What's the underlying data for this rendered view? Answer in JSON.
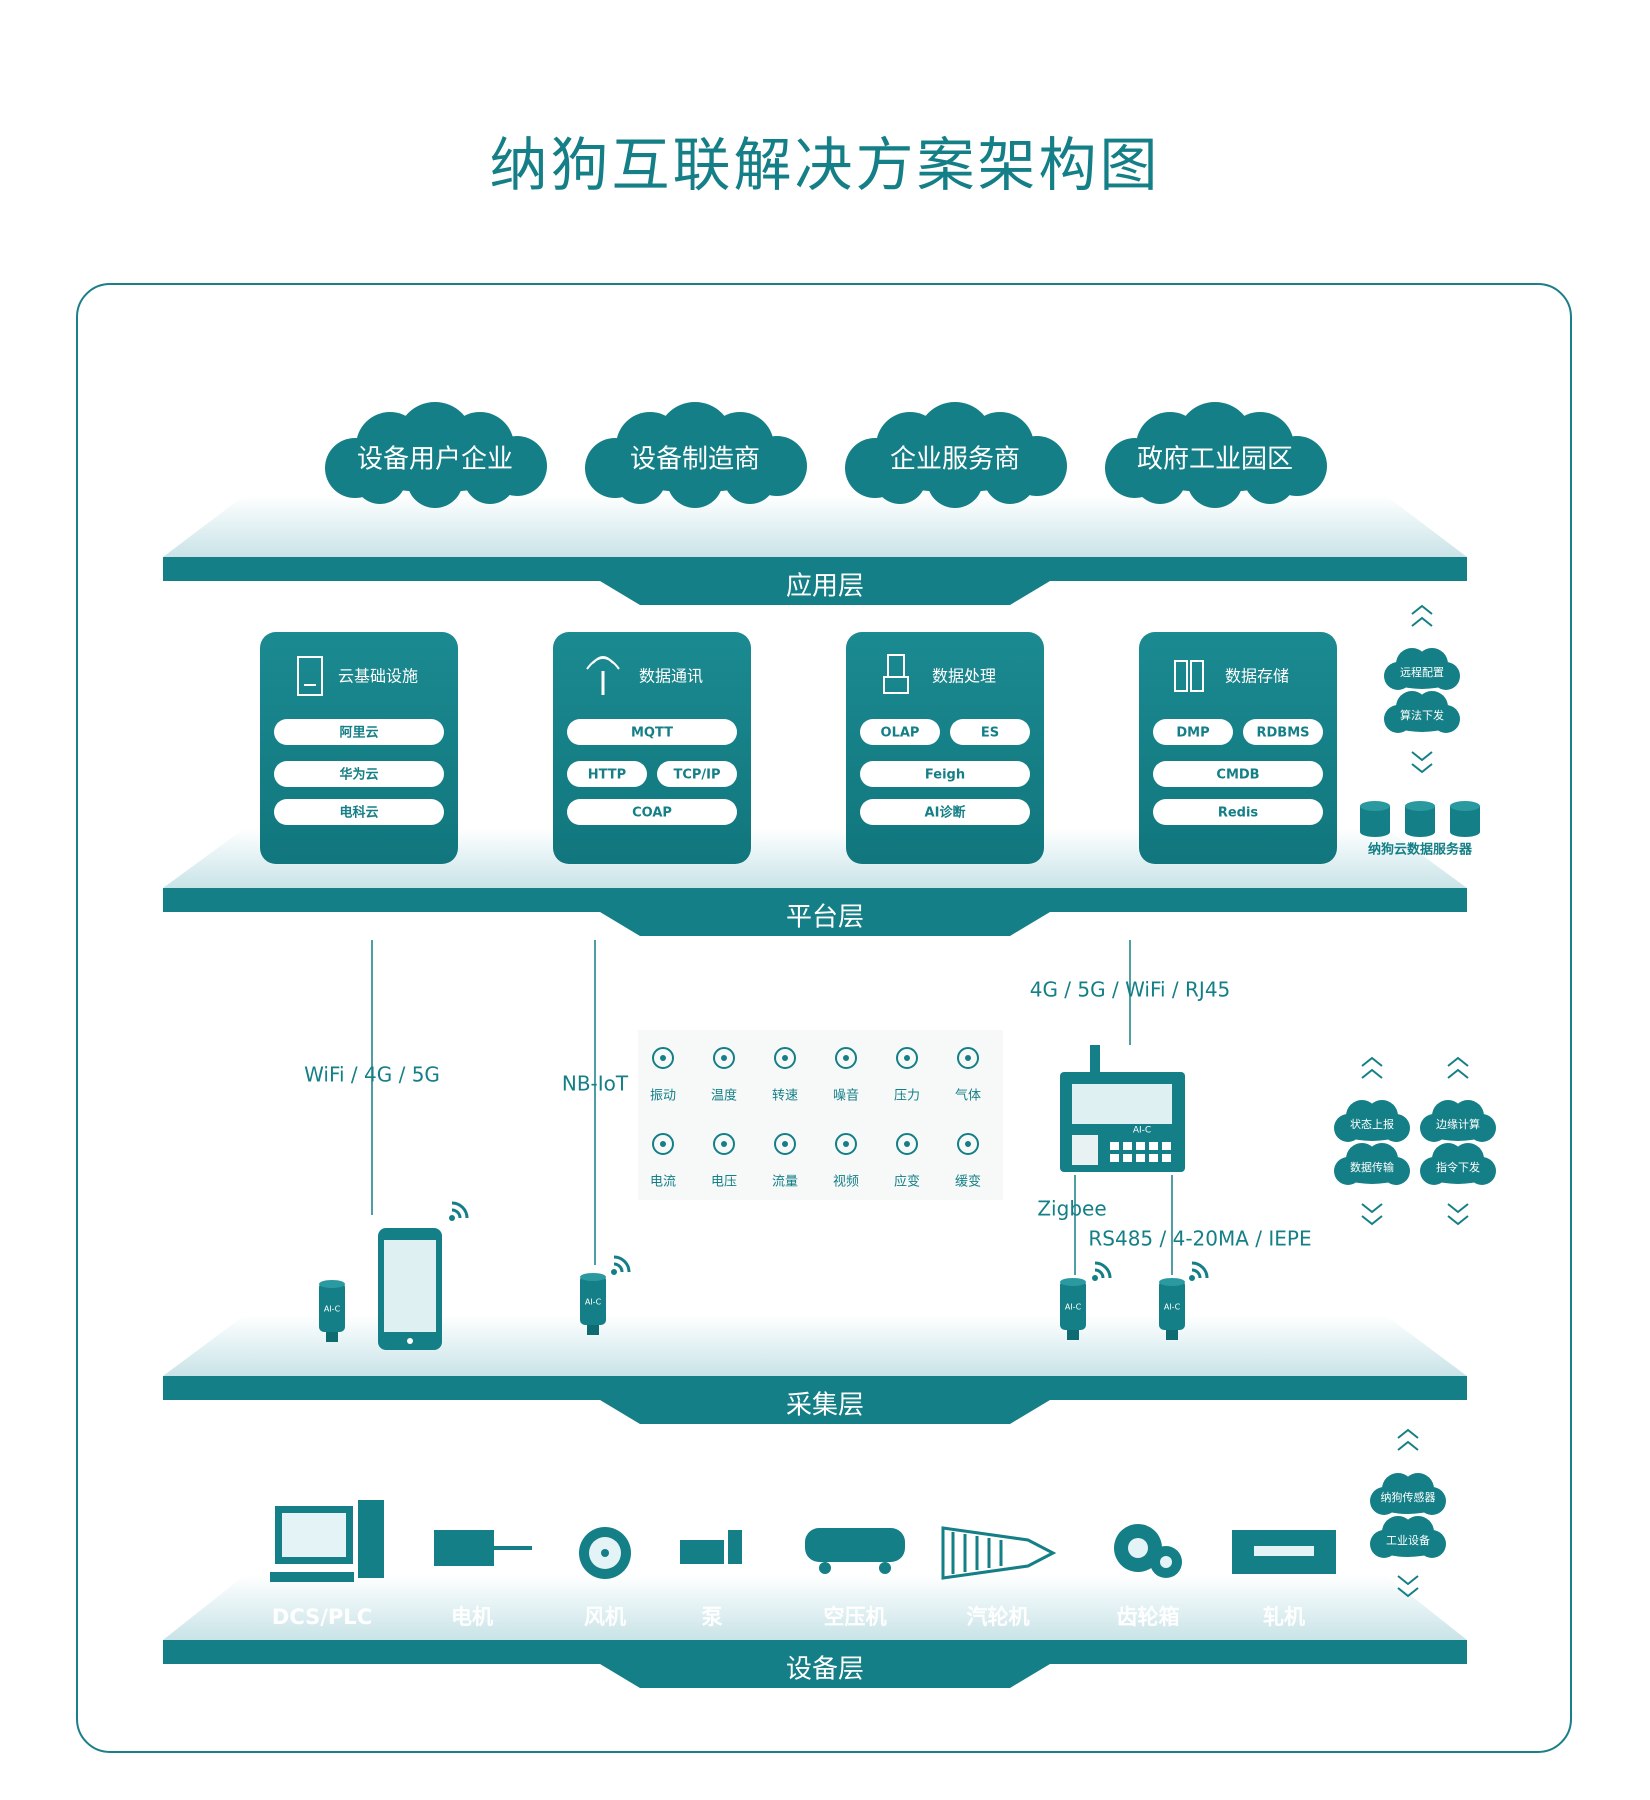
{
  "title": "纳狗互联解决方案架构图",
  "layers": {
    "application": "应用层",
    "platform": "平台层",
    "collection": "采集层",
    "device": "设备层"
  },
  "clouds": [
    "设备用户企业",
    "设备制造商",
    "企业服务商",
    "政府工业园区"
  ],
  "platform_cards": [
    {
      "title": "云基础设施",
      "icon": "server-rack-icon",
      "rows": [
        [
          "阿里云"
        ],
        [
          "华为云"
        ],
        [
          "电科云"
        ]
      ]
    },
    {
      "title": "数据通讯",
      "icon": "antenna-icon",
      "rows": [
        [
          "MQTT"
        ],
        [
          "HTTP",
          "TCP/IP"
        ],
        [
          "COAP"
        ]
      ]
    },
    {
      "title": "数据处理",
      "icon": "processor-icon",
      "rows": [
        [
          "OLAP",
          "ES"
        ],
        [
          "Feigh"
        ],
        [
          "AI诊断"
        ]
      ]
    },
    {
      "title": "数据存储",
      "icon": "storage-icon",
      "rows": [
        [
          "DMP",
          "RDBMS"
        ],
        [
          "CMDB"
        ],
        [
          "Redis"
        ]
      ]
    }
  ],
  "platform_side": {
    "items": [
      "远程配置",
      "算法下发"
    ],
    "server_label": "纳狗云数据服务器"
  },
  "collection": {
    "links": [
      "WiFi / 4G / 5G",
      "NB-IoT",
      "4G / 5G / WiFi /  RJ45",
      "Zigbee",
      "RS485 / 4-20MA / IEPE"
    ],
    "sensor_label": "AI-C",
    "gateway_label": "AI-C",
    "measurements": [
      {
        "label": "振动",
        "icon": "vibration-icon"
      },
      {
        "label": "温度",
        "icon": "thermometer-icon"
      },
      {
        "label": "转速",
        "icon": "speed-gauge-icon"
      },
      {
        "label": "噪音",
        "icon": "ear-icon"
      },
      {
        "label": "压力",
        "icon": "pressure-icon"
      },
      {
        "label": "气体",
        "icon": "gas-icon"
      },
      {
        "label": "电流",
        "icon": "current-icon"
      },
      {
        "label": "电压",
        "icon": "voltage-icon"
      },
      {
        "label": "流量",
        "icon": "flow-icon"
      },
      {
        "label": "视频",
        "icon": "video-icon"
      },
      {
        "label": "应变",
        "icon": "strain-icon"
      },
      {
        "label": "缓变",
        "icon": "hourglass-icon"
      }
    ],
    "side_left": [
      "状态上报",
      "数据传输"
    ],
    "side_right": [
      "边缘计算",
      "指令下发"
    ]
  },
  "devices": [
    "DCS/PLC",
    "电机",
    "风机",
    "泵",
    "空压机",
    "汽轮机",
    "齿轮箱",
    "轧机"
  ],
  "device_side": [
    "纳狗传感器",
    "工业设备"
  ],
  "colors": {
    "primary": "#147f86",
    "dark": "#0f6b72",
    "light": "#e4f3f5",
    "title": "#147f86"
  }
}
